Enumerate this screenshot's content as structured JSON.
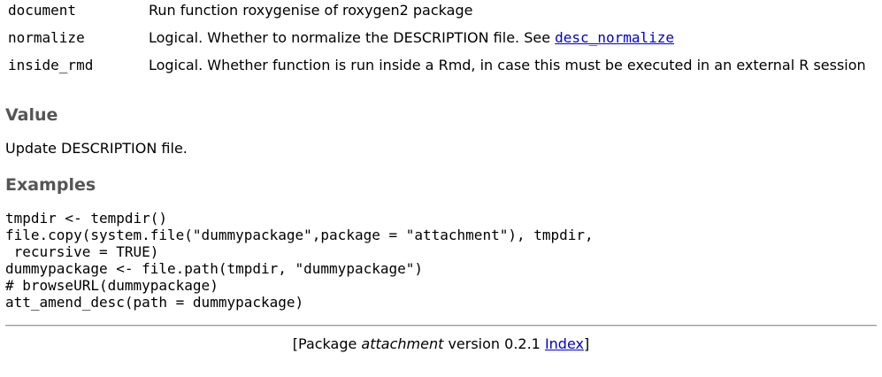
{
  "arguments": [
    {
      "name": "document",
      "desc": "Run function roxygenise of roxygen2 package",
      "link": "",
      "desc_suffix": ""
    },
    {
      "name": "normalize",
      "desc": "Logical. Whether to normalize the DESCRIPTION file. See ",
      "link": "desc_normalize",
      "desc_suffix": ""
    },
    {
      "name": "inside_rmd",
      "desc": "Logical. Whether function is run inside a Rmd, in case this must be executed in an external R session",
      "link": "",
      "desc_suffix": ""
    }
  ],
  "value": {
    "heading": "Value",
    "text": "Update DESCRIPTION file."
  },
  "examples": {
    "heading": "Examples",
    "code": "tmpdir <- tempdir()\nfile.copy(system.file(\"dummypackage\",package = \"attachment\"), tmpdir,\n recursive = TRUE)\ndummypackage <- file.path(tmpdir, \"dummypackage\")\n# browseURL(dummypackage)\natt_amend_desc(path = dummypackage)"
  },
  "footer": {
    "open_bracket": "[Package ",
    "package_name": "attachment",
    "version_text": " version 0.2.1 ",
    "index_link": "Index",
    "close_bracket": "]"
  }
}
